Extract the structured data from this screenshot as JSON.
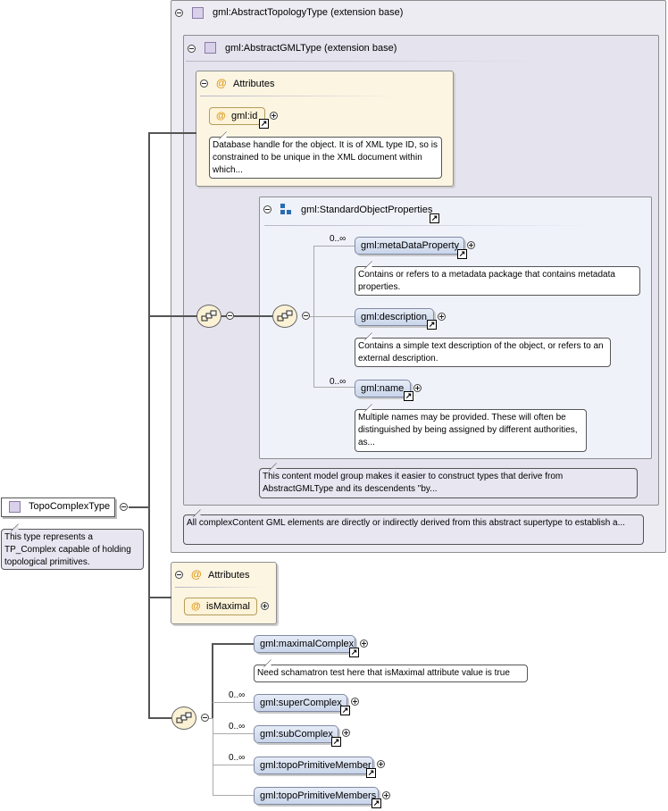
{
  "root": {
    "name": "TopoComplexType",
    "doc": "This type represents a TP_Complex capable of holding topological primitives."
  },
  "extension1": {
    "title": "gml:AbstractTopologyType (extension base)",
    "doc": "All complexContent GML elements are directly or indirectly derived from this abstract supertype to establish a..."
  },
  "extension2": {
    "title": "gml:AbstractGMLType (extension base)",
    "attributes_title": "Attributes",
    "id_attr": "gml:id",
    "id_doc": "Database handle for the object. It is of XML type ID, so is constrained to be unique in the XML document within which...",
    "group_title": "gml:StandardObjectProperties",
    "group_doc": "This content model group makes it easier to construct types that derive from AbstractGMLType and its descendents \"by...",
    "elements": [
      {
        "name": "gml:metaDataProperty",
        "occurs": "0..∞",
        "doc": "Contains or refers to a metadata package that contains metadata properties."
      },
      {
        "name": "gml:description",
        "occurs": "",
        "doc": "Contains a simple text description of the object, or refers to an external description."
      },
      {
        "name": "gml:name",
        "occurs": "0..∞",
        "doc": "Multiple names may be provided. These will often be distinguished by being assigned by different authorities, as..."
      }
    ]
  },
  "attributes2": {
    "title": "Attributes",
    "attr": "isMaximal"
  },
  "sequence": [
    {
      "name": "gml:maximalComplex",
      "occurs": "",
      "doc": "Need schamatron test here that isMaximal attribute value is true"
    },
    {
      "name": "gml:superComplex",
      "occurs": "0..∞"
    },
    {
      "name": "gml:subComplex",
      "occurs": "0..∞"
    },
    {
      "name": "gml:topoPrimitiveMember",
      "occurs": "0..∞"
    },
    {
      "name": "gml:topoPrimitiveMembers",
      "occurs": ""
    }
  ],
  "icons": [
    "collapse-icon",
    "expand-icon",
    "link-arrow-icon",
    "sequence-compositor-icon",
    "attribute-at-icon",
    "complex-type-icon",
    "group-icon"
  ]
}
